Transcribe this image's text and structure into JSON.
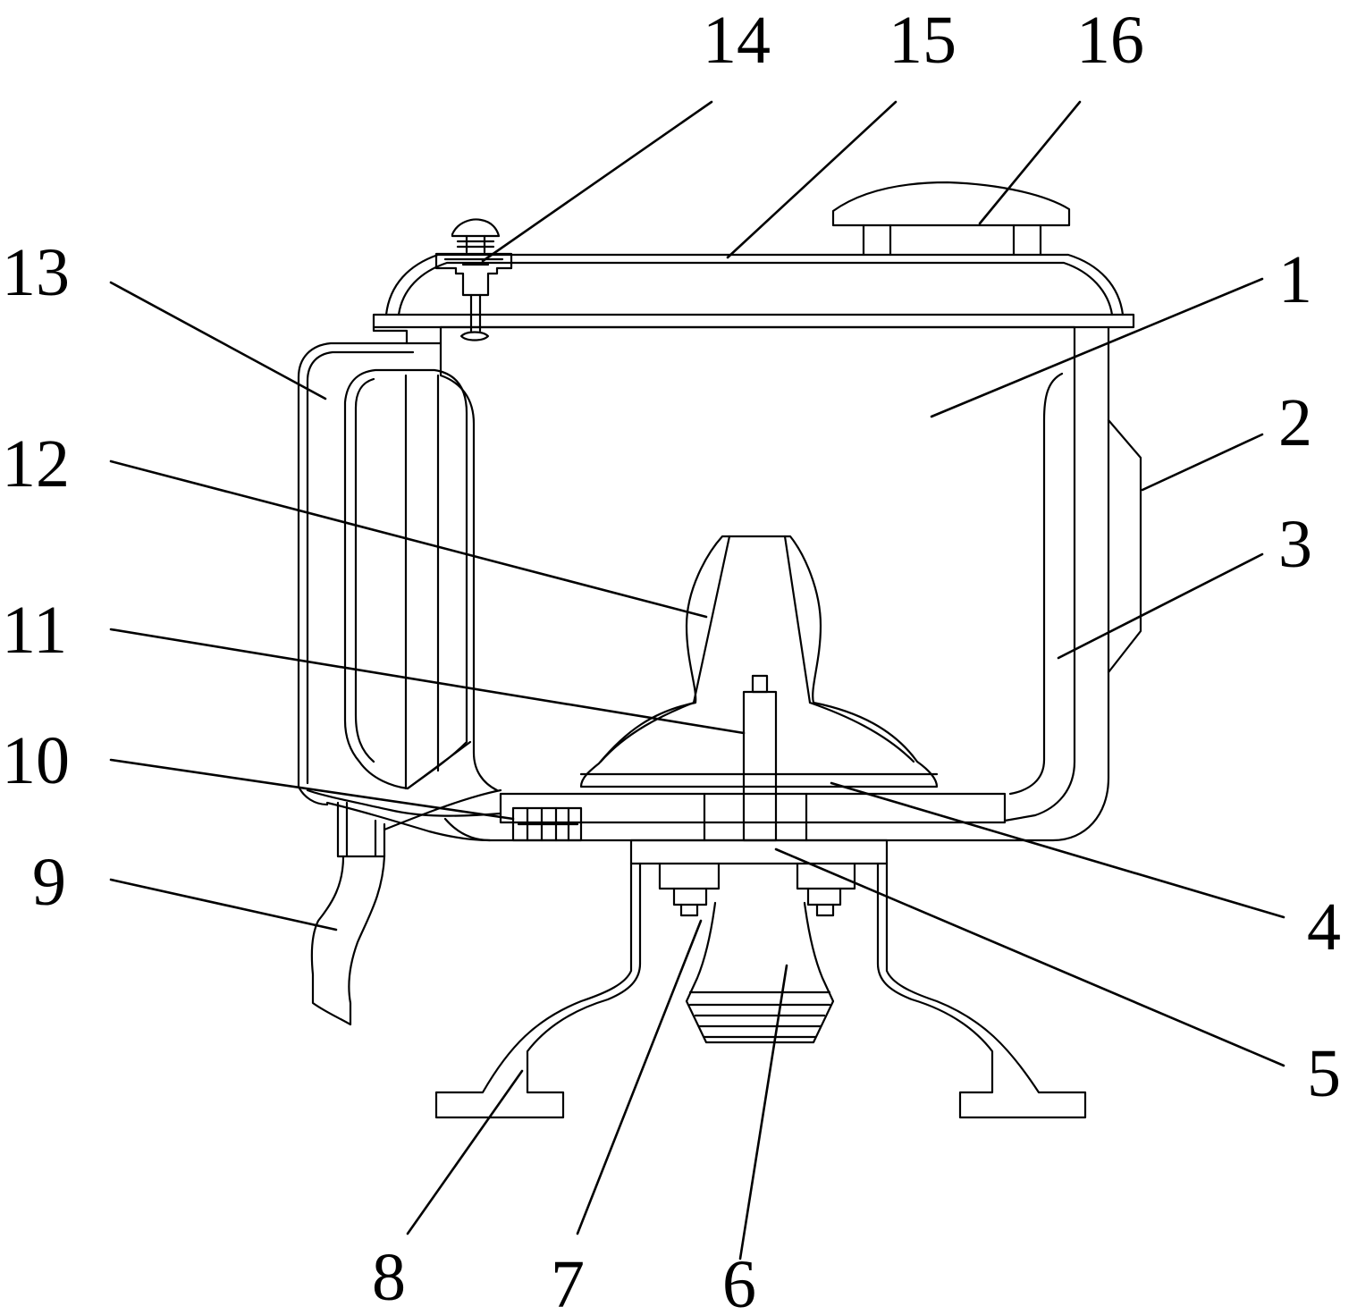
{
  "diagram": {
    "labels": [
      {
        "key": "l1",
        "text": "1"
      },
      {
        "key": "l2",
        "text": "2"
      },
      {
        "key": "l3",
        "text": "3"
      },
      {
        "key": "l4",
        "text": "4"
      },
      {
        "key": "l5",
        "text": "5"
      },
      {
        "key": "l6",
        "text": "6"
      },
      {
        "key": "l7",
        "text": "7"
      },
      {
        "key": "l8",
        "text": "8"
      },
      {
        "key": "l9",
        "text": "9"
      },
      {
        "key": "l10",
        "text": "10"
      },
      {
        "key": "l11",
        "text": "11"
      },
      {
        "key": "l12",
        "text": "12"
      },
      {
        "key": "l13",
        "text": "13"
      },
      {
        "key": "l14",
        "text": "14"
      },
      {
        "key": "l15",
        "text": "15"
      },
      {
        "key": "l16",
        "text": "16"
      }
    ]
  }
}
